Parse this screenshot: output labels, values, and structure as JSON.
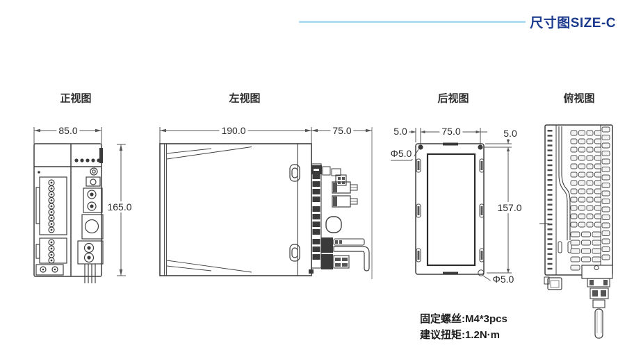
{
  "header": {
    "title": "尺寸图SIZE-C"
  },
  "views": {
    "front": {
      "label": "正视图",
      "dim_width": "85.0",
      "dim_height": "165.0"
    },
    "left": {
      "label": "左视图",
      "dim_depth": "190.0",
      "dim_front": "75.0"
    },
    "rear": {
      "label": "后视图",
      "dim_offset_left": "5.0",
      "dim_hole_span": "75.0",
      "dim_offset_top": "5.0",
      "dim_height": "157.0",
      "hole_top_label": "Φ5.0",
      "hole_bottom_label": "Φ5.0"
    },
    "top": {
      "label": "俯视图"
    }
  },
  "notes": {
    "screw": "固定螺丝:M4*3pcs",
    "torque": "建议扭矩:1.2N·m"
  },
  "colors": {
    "accent": "#1b3a8e",
    "header_line": "#b0ddf6",
    "line": "#3f3f3f"
  }
}
